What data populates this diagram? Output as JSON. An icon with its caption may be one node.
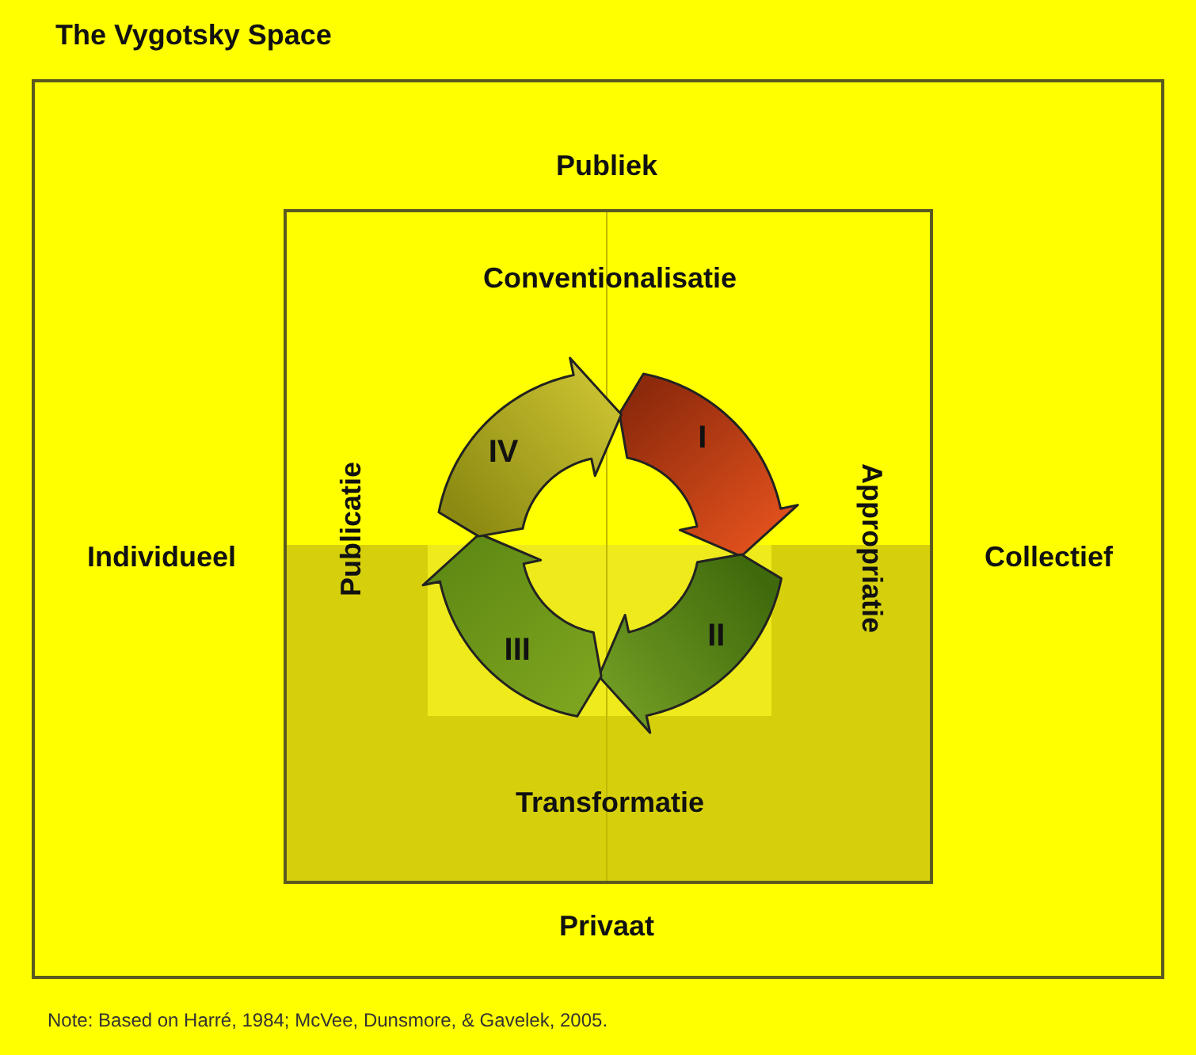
{
  "diagram": {
    "title": "The Vygotsky Space",
    "caption": "Note: Based on Harré, 1984; McVee, Dunsmore, & Gavelek, 2005.",
    "nodes": [
      {
        "text": [
          "Publiek",
          "Individueel",
          "Collectief",
          "Privaat"
        ]
      },
      {
        "text": [
          "Conventionalisatie",
          "Publicatie",
          "Appropriatie",
          "Transformatie"
        ],
        "in": 0
      },
      {
        "text": [
          "I"
        ],
        "in": 1
      },
      {
        "text": [
          "II"
        ],
        "in": 1
      },
      {
        "text": [
          "III"
        ],
        "in": 1
      },
      {
        "text": [
          "IV"
        ],
        "in": 1
      }
    ]
  }
}
